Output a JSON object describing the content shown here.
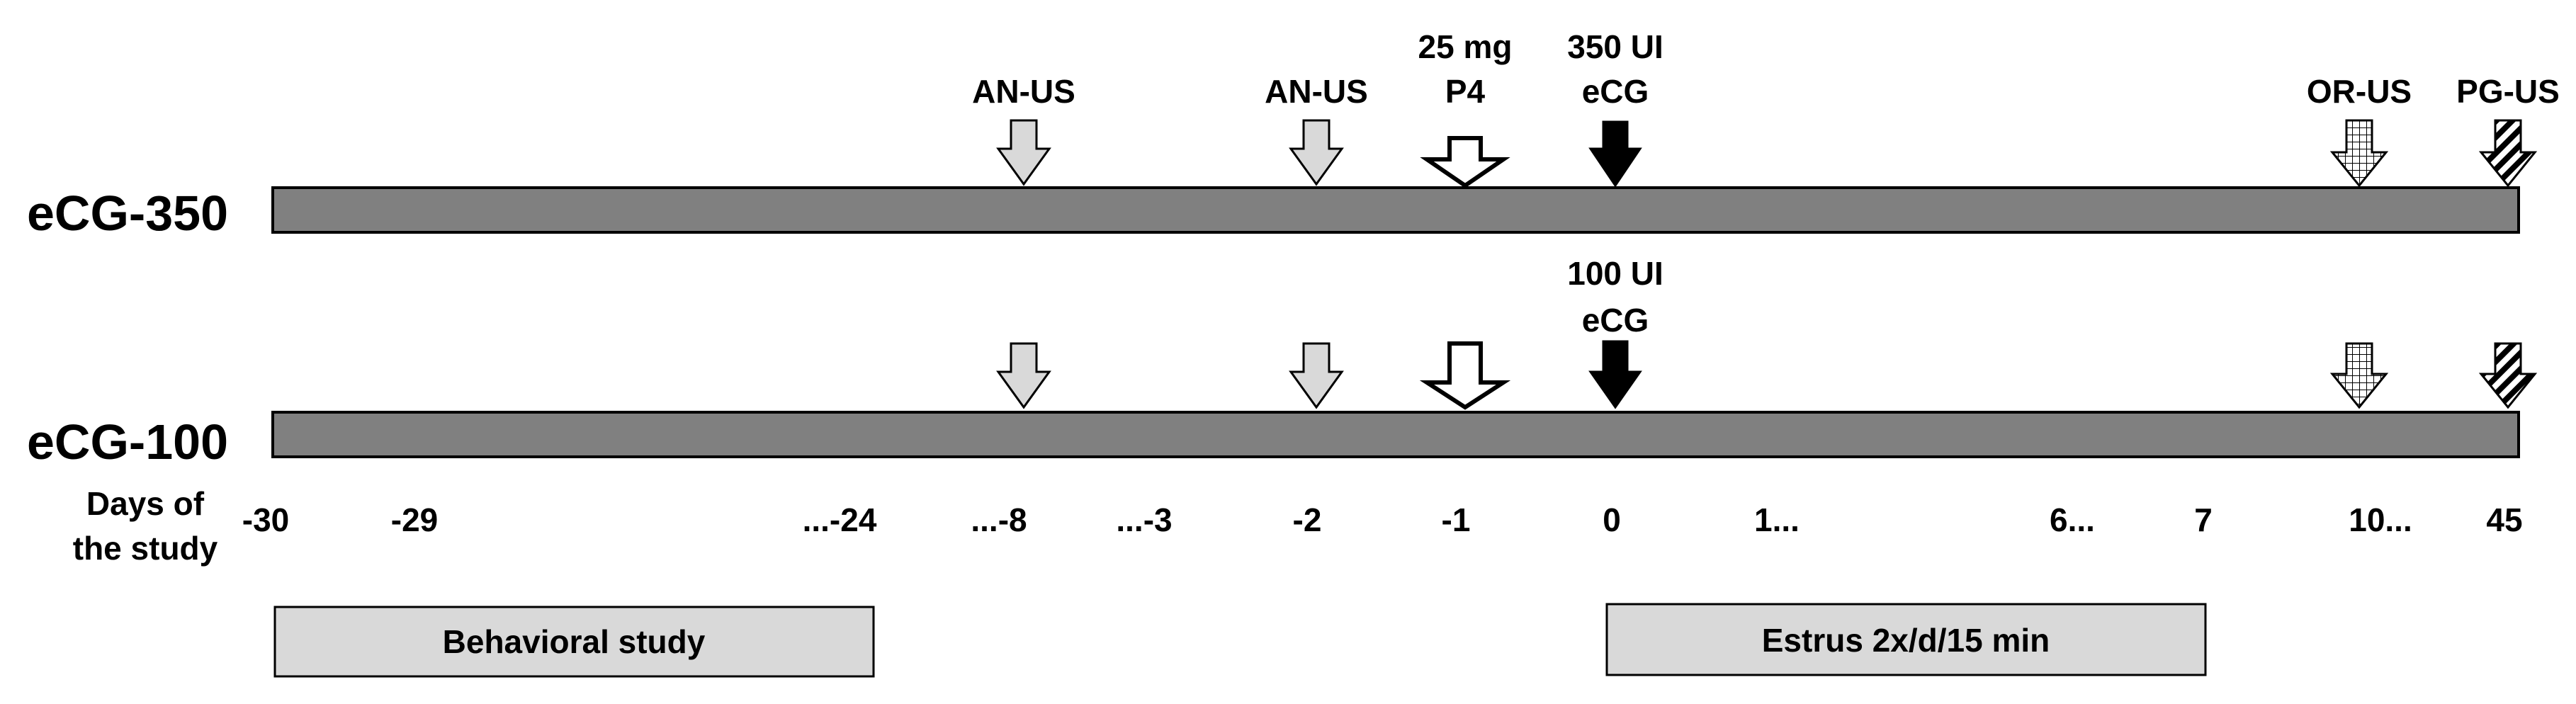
{
  "groups": [
    {
      "label": "eCG-350",
      "p4_label_line1": "25 mg",
      "p4_label_line2": "P4",
      "ecg_label_line1": "350 UI",
      "ecg_label_line2": "eCG"
    },
    {
      "label": "eCG-100",
      "ecg_label_line1": "100 UI",
      "ecg_label_line2": "eCG"
    }
  ],
  "arrow_labels": {
    "an_us_1": "AN-US",
    "an_us_2": "AN-US",
    "or_us": "OR-US",
    "pg_us": "PG-US"
  },
  "axis_title": {
    "line1": "Days of",
    "line2": "the study"
  },
  "days": [
    "-30",
    "-29",
    "...-24",
    "...-8",
    "...-3",
    "-2",
    "-1",
    "0",
    "1...",
    "6...",
    "7",
    "10...",
    "45"
  ],
  "phases": {
    "behavioral": "Behavioral study",
    "estrus": "Estrus 2x/d/15 min"
  },
  "colors": {
    "bar": "#808080",
    "us_arrow": "#d9d9d9",
    "p4_arrow": "#ffffff",
    "ecg_arrow": "#000000",
    "phase_box": "#d9d9d9"
  }
}
